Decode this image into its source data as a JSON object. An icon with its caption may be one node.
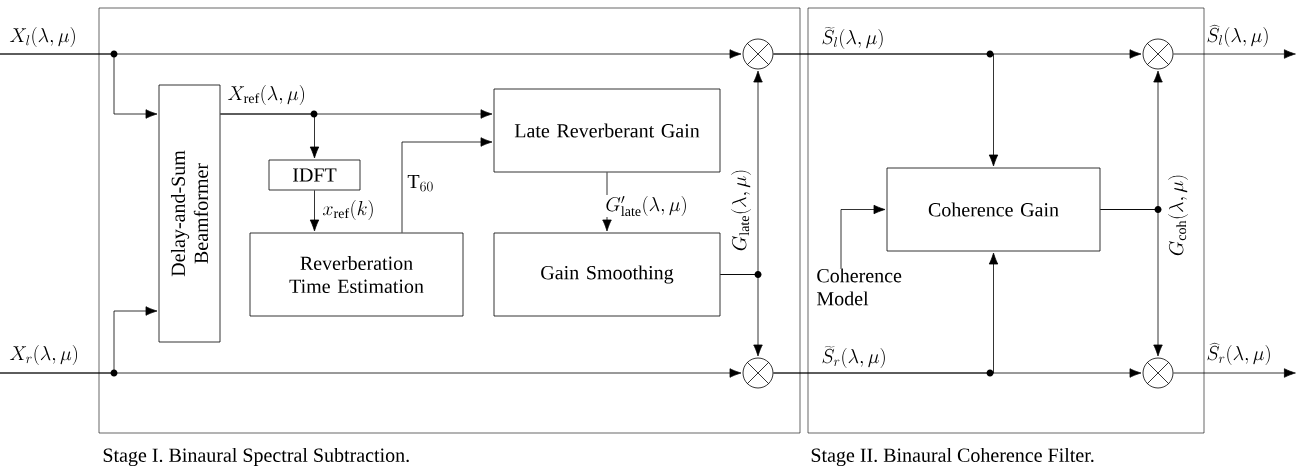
{
  "diagram": {
    "nodes": [
      {
        "text": [
          "Stage I. Binaural Spectral Subtraction."
        ]
      },
      {
        "text": [
          "Stage II. Binaural Coherence Filter."
        ]
      },
      {
        "text": [
          "Delay-and-Sum Beamformer"
        ],
        "in": 0
      },
      {
        "text": [
          "Late Reverberant Gain"
        ],
        "in": 0
      },
      {
        "text": [
          "IDFT"
        ],
        "in": 0
      },
      {
        "text": [
          "Reverberation Time Estimation"
        ],
        "in": 0
      },
      {
        "text": [
          "Gain Smoothing"
        ],
        "in": 0
      },
      {
        "text": [],
        "shape": "circle",
        "in": 0
      },
      {
        "text": [],
        "shape": "circle",
        "in": 0
      },
      {
        "text": [
          "Coherence Gain"
        ],
        "in": 1
      },
      {
        "text": [],
        "shape": "circle",
        "in": 1
      },
      {
        "text": [],
        "shape": "circle",
        "in": 1
      },
      {
        "text": [
          "Coherence Model"
        ],
        "in": 1
      }
    ],
    "edges": [
      {
        "from": null,
        "to": 7,
        "arrow": "to",
        "label": "X_l(\\lambda, \\mu)"
      },
      {
        "from": null,
        "to": 2,
        "arrow": "to"
      },
      {
        "from": null,
        "to": 8,
        "arrow": "to",
        "label": "X_r(\\lambda, \\mu)"
      },
      {
        "from": null,
        "to": 2,
        "arrow": "to"
      },
      {
        "from": 2,
        "to": 3,
        "arrow": "to",
        "label": "X_{\\mathrm{ref}}(\\lambda, \\mu)"
      },
      {
        "from": 2,
        "to": 4,
        "arrow": "to"
      },
      {
        "from": 4,
        "to": 5,
        "arrow": "to",
        "label": "x_{\\mathrm{ref}}(k)"
      },
      {
        "from": 5,
        "to": 3,
        "arrow": "to",
        "label": "\\mathrm{T}_{60}"
      },
      {
        "from": 3,
        "to": 6,
        "arrow": "to",
        "label": "G'_{\\mathrm{late}}(\\lambda, \\mu)"
      },
      {
        "from": 6,
        "to": 7,
        "arrow": "to",
        "label": "G_{\\mathrm{late}}(\\lambda, \\mu)"
      },
      {
        "from": 6,
        "to": 8,
        "arrow": "to"
      },
      {
        "from": 7,
        "to": 10,
        "arrow": "to",
        "label": "\\widetilde{S}_l(\\lambda, \\mu)"
      },
      {
        "from": 7,
        "to": 9,
        "arrow": "to"
      },
      {
        "from": 8,
        "to": 11,
        "arrow": "to",
        "label": "\\widetilde{S}_r(\\lambda, \\mu)"
      },
      {
        "from": 8,
        "to": 9,
        "arrow": "to"
      },
      {
        "from": 12,
        "to": 9,
        "arrow": "to"
      },
      {
        "from": 9,
        "to": 10,
        "arrow": "to",
        "label": "G_{\\mathrm{coh}}(\\lambda, \\mu)"
      },
      {
        "from": 9,
        "to": 11,
        "arrow": "to"
      },
      {
        "from": 10,
        "to": null,
        "arrow": "to",
        "label": "\\widehat{S}_l(\\lambda, \\mu)"
      },
      {
        "from": 11,
        "to": null,
        "arrow": "to",
        "label": "\\widehat{S}_r(\\lambda, \\mu)"
      }
    ]
  }
}
